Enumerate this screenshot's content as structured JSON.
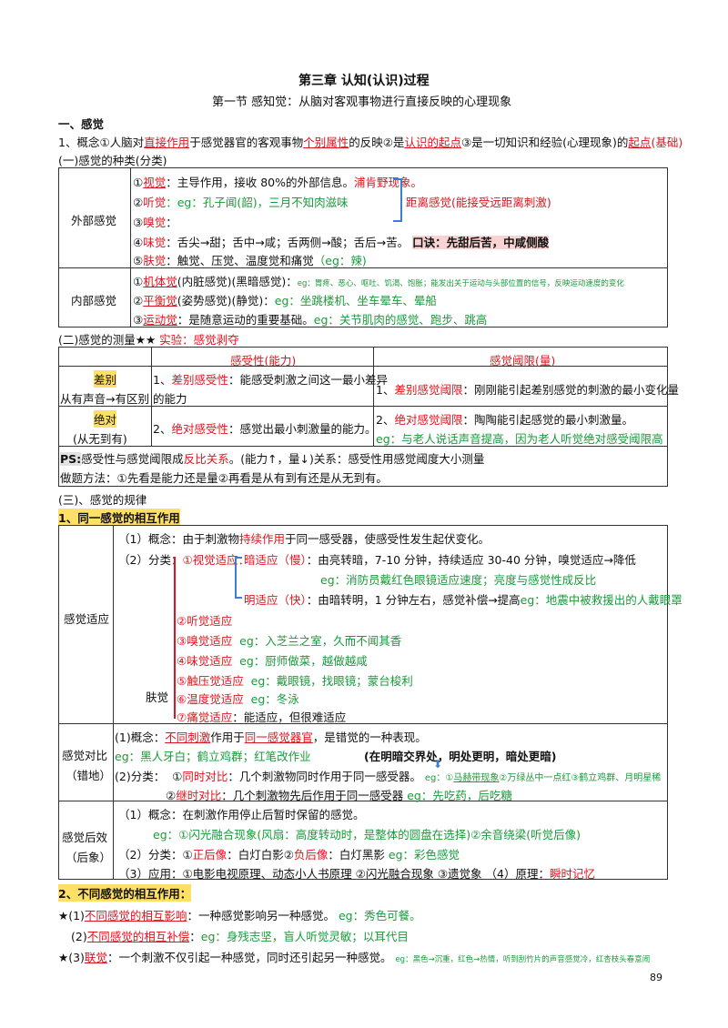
{
  "title": "第三章   认知(认识)过程",
  "subtitle": "第一节   感知觉：从脑对客观事物进行直接反映的心理现象",
  "s1": "一、感觉",
  "concept": {
    "a": "1、概念①人脑对",
    "b": "直接作用",
    "c": "于感觉器官的客观事物",
    "d": "个别属性",
    "e": "的反映②是",
    "f": "认识的起点",
    "g": "③是一切知识和经验(心理现象)的",
    "h": "起点",
    "i": "(基础)"
  },
  "kinds_title": "(一)感觉的种类(分类)",
  "ext_label": "外部感觉",
  "ext": {
    "vision_a": "①",
    "vision_b": "视觉",
    "vision_c": "：主导作用，接收 80%的外部信息。",
    "vision_d": "浦肯野现象。",
    "hear_a": "②",
    "hear_b": "听觉",
    "hear_c": "：eg：孔子闻(韶)，三月不知肉滋味",
    "smell_a": "③",
    "smell_b": "嗅觉",
    "smell_c": "：",
    "dist": "距离感觉(能接受远距离刺激)",
    "taste_a": "④",
    "taste_b": "味觉",
    "taste_c": "：舌尖→甜；舌中→咸；舌两侧→酸；舌后→苦。",
    "taste_d": "口诀：先甜后苦，中咸侧酸",
    "skin_a": "⑤",
    "skin_b": "肤觉",
    "skin_c": "：触觉、压觉、温度觉和痛觉",
    "skin_d": "（eg：辣)"
  },
  "int_label": "内部感觉",
  "int": {
    "body_a": "①",
    "body_b": "机体觉",
    "body_c": "(内脏感觉)(黑暗感觉)：",
    "body_d": "eg：胃疼、恶心、呕吐、饥渴、饱胀；能发出关于运动与头部位置的信号，反映运动速度的变化",
    "bal_a": "②",
    "bal_b": "平衡觉",
    "bal_c": "(姿势感觉)(静觉)：",
    "bal_d": "eg：坐跳楼机、坐车晕车、晕船",
    "mov_a": "③",
    "mov_b": "运动觉",
    "mov_c": "：是随意运动的重要基础。",
    "mov_d": "eg：关节肌肉的感觉、跑步、跳高"
  },
  "measure_title": "(二)感觉的测量★★",
  "measure_exp": "实验：感觉剥夺",
  "measure": {
    "h1": "感受性(能力)",
    "h2": "感觉阈限(量)",
    "r1_label": "差别",
    "r1_sub": "从有声音→有区别",
    "r1_c1a": "1、",
    "r1_c1b": "差别感受性",
    "r1_c1c": "：能感受刺激之间这一最小差异",
    "r1_c1d": "的能力",
    "r1_c2a": "1、",
    "r1_c2b": "差别感觉阈限",
    "r1_c2c": "：刚刚能引起差别感觉的刺激的最小变化量",
    "r2_label": "绝对",
    "r2_sub": "(从无到有)",
    "r2_c1a": "2、",
    "r2_c1b": "绝对感受性",
    "r2_c1c": "：感觉出最小刺激量的能力。",
    "r2_c2a": "2、",
    "r2_c2b": "绝对感觉阈限",
    "r2_c2c": "：陶陶能引起感觉的最小刺激量。",
    "r2_c2d": "eg：与老人说话声音提高，因为老人听觉绝对感受阈限高",
    "ps_a": "PS:",
    "ps_b": "感受性与感觉阈限成",
    "ps_c": "反比关系",
    "ps_d": "。(能力↑，量↓)关系：感受性用感觉阈度大小测量",
    "ps_e": "做题方法：①先看是能力还是量②再看是从有到有还是从无到有。"
  },
  "law_title": "(三)、感觉的规律",
  "law1": "1、同一感觉的相互作用",
  "adapt": {
    "label": "感觉适应",
    "l1a": "（1）概念：由于刺激物",
    "l1b": "持续作用",
    "l1c": "于同一感受器，使感受性发生起伏变化。",
    "l2a": "（2）分类：",
    "l2b": "①视觉适应：",
    "dark_a": "暗适应（慢）",
    "dark_b": "：由亮转暗，7-10 分钟，持续适应 30-40 分钟，嗅觉适应→降低",
    "dark_c": "eg：消防员戴红色眼镜适应速度；亮度与感觉性成反比",
    "light_a": "明适应（快）",
    "light_b": "：由暗转明，1 分钟左右，感觉补偿→提高",
    "light_c": "eg：地震中被救援出的人戴眼罩",
    "hear": "②听觉适应",
    "smell_a": "③嗅觉适应",
    "smell_b": "eg：入芝兰之室，久而不闻其香",
    "taste_a": "④味觉适应",
    "taste_b": "eg：厨师做菜，越做越咸",
    "skin_label": "肤觉",
    "touch_a": "⑤触压觉适应",
    "touch_b": "eg：戴眼镜，找眼镜；蒙台梭利",
    "temp_a": "⑥温度觉适应",
    "temp_b": "eg：冬泳",
    "pain_a": "⑦痛觉适应",
    "pain_b": "：能适应，但很难适应"
  },
  "contrast": {
    "label1": "感觉对比",
    "label2": "（错地）",
    "l1a": "(1)概念：",
    "l1b": "不同刺激",
    "l1c": "作用于",
    "l1d": "同一感觉器官",
    "l1e": "，是错觉的一种表现。",
    "l2a": "eg：黑人牙白；鹤立鸡群；红笔改作业",
    "l2b": "(在明暗交界处，明处更明，暗处更暗)",
    "l3a": "(2)分类：",
    "l3b": "①",
    "l3c": "同时对比",
    "l3d": "：几个刺激物同时作用于同一感受器。",
    "l3e": "eg：①",
    "l3f": "马赫带现象",
    "l3g": "②万绿丛中一点红③鹤立鸡群、月明星稀",
    "l4b": "②",
    "l4c": "继时对比",
    "l4d": "：几个刺激物先后作用于同一感受器",
    "l4e": "eg：先吃药，后吃糖"
  },
  "after": {
    "label1": "感觉后效",
    "label2": "（后象）",
    "l1": "（1）概念：在刺激作用停止后暂时保留的感觉。",
    "l2": "eg：①闪光融合现象(风扇：高度转动时，是整体的圆盘在选择)②余音绕梁(听觉后像)",
    "l3a": "（2）分类：①",
    "l3b": "正后像",
    "l3c": "：白灯白影②",
    "l3d": "负后像",
    "l3e": "：白灯黑影",
    "l3f": "eg：彩色感觉",
    "l4a": "（3）应用：①电影电视原理、动态小人书原理 ②闪光融合现象 ③遗觉象  （4）原理：",
    "l4b": "瞬时记忆"
  },
  "law2": "2、不同感觉的相互作用：",
  "diff": {
    "a1": "★(1)",
    "a2": "不同感觉的相互影响",
    "a3": "：一种感觉影响另一种感觉。",
    "a4": "eg：秀色可餐。",
    "b1": "(2)",
    "b2": "不同感觉的相互补偿",
    "b3": "：",
    "b4": "eg：身残志坚，盲人听觉灵敏；以耳代目",
    "c1": "★(3)",
    "c2": "联觉",
    "c3": "：一个刺激不仅引起一种感觉，同时还引起另一种感觉。",
    "c4": "eg：黑色→沉重，红色→热情，听到刮竹片的声音感觉冷，红杏枝头春意闹"
  },
  "page_no": "89"
}
